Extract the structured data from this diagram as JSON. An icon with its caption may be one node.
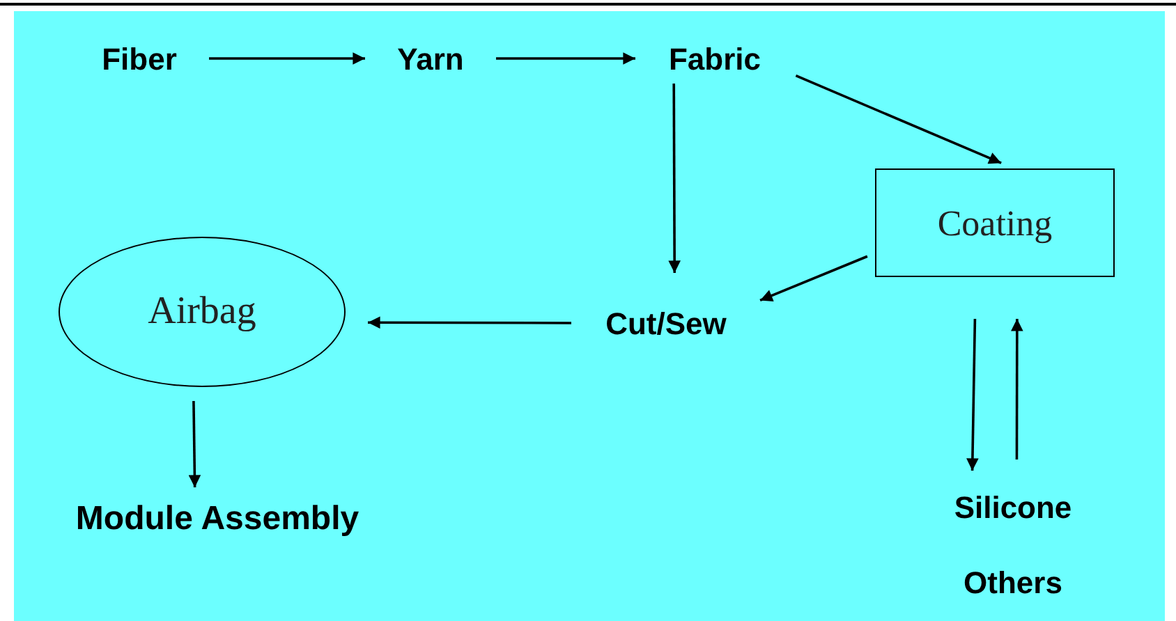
{
  "diagram": {
    "nodes": [
      {
        "text": [
          "Fiber"
        ]
      },
      {
        "text": [
          "Yarn"
        ]
      },
      {
        "text": [
          "Fabric"
        ]
      },
      {
        "text": [
          "Coating"
        ]
      },
      {
        "text": [
          "Airbag"
        ]
      },
      {
        "text": [
          "Cut/Sew"
        ]
      },
      {
        "text": [
          "Module Assembly"
        ]
      },
      {
        "text": [
          "Silicone",
          "Others"
        ]
      }
    ],
    "edges": [
      {
        "from": 0,
        "to": 1,
        "arrow": "to"
      },
      {
        "from": 1,
        "to": 2,
        "arrow": "to"
      },
      {
        "from": 2,
        "to": 3,
        "arrow": "to"
      },
      {
        "from": 2,
        "to": 5,
        "arrow": "to"
      },
      {
        "from": 3,
        "to": 5,
        "arrow": "to"
      },
      {
        "from": 5,
        "to": 4,
        "arrow": "to"
      },
      {
        "from": 4,
        "to": 6,
        "arrow": "to"
      },
      {
        "from": 3,
        "to": 7,
        "arrow": "to"
      },
      {
        "from": 7,
        "to": 3,
        "arrow": "to"
      }
    ]
  }
}
